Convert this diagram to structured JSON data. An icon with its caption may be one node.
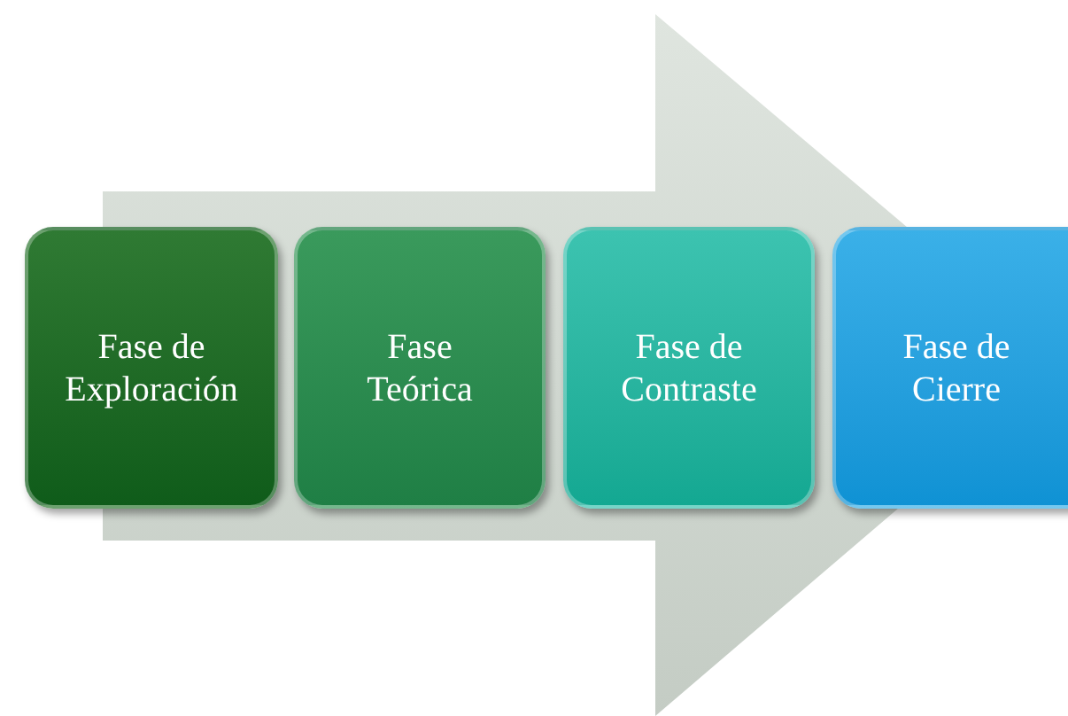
{
  "diagram": {
    "nodes": [
      {
        "text": [
          "Fase de Exploración"
        ]
      },
      {
        "text": [
          "Fase Teórica"
        ]
      },
      {
        "text": [
          "Fase de Contraste"
        ]
      },
      {
        "text": [
          "Fase de Cierre"
        ]
      }
    ],
    "edges": [
      {
        "from": 0,
        "to": 3,
        "arrow": "to"
      }
    ]
  }
}
